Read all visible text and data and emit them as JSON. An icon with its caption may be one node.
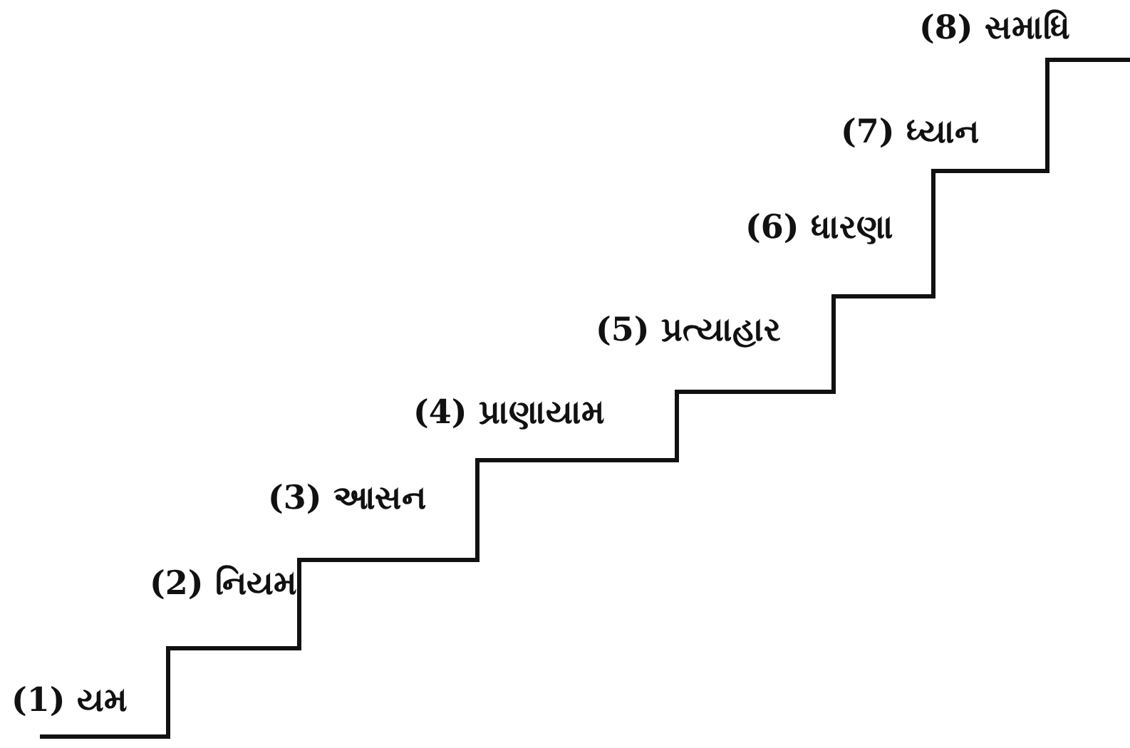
{
  "diagram": {
    "labels": [
      "(8) સમાધિ",
      "(7) ધ્યાન",
      "(6) ધારણા",
      "(5) પ્રત્યાહાર",
      "(4) પ્રાણાયામ",
      "(3) આસન",
      "(2) નિયમ",
      "(1) યમ"
    ]
  }
}
